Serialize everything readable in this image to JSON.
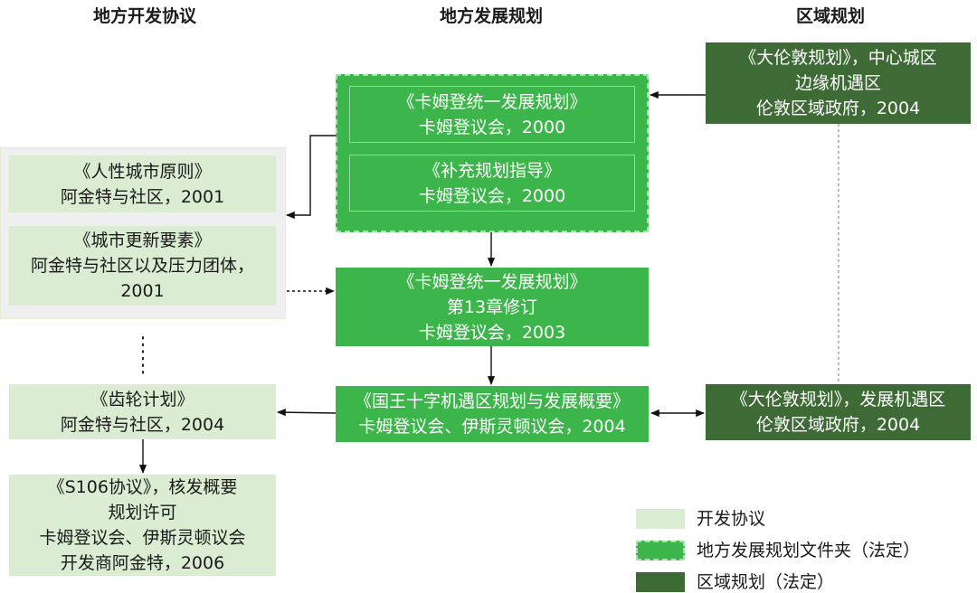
{
  "column_headers": {
    "local_agreements": "地方开发协议",
    "local_plans": "地方发展规划",
    "regional_plans": "区域规划"
  },
  "local_agreements": [
    {
      "lines": [
        "《人性城市原则》",
        "阿金特与社区，2001"
      ]
    },
    {
      "lines": [
        "《城市更新要素》",
        "阿金特与社区以及压力团体，",
        "2001"
      ]
    },
    {
      "lines": [
        "《齿轮计划》",
        "阿金特与社区，2004"
      ]
    },
    {
      "lines": [
        "《S106协议》，核发概要",
        "规划许可",
        "卡姆登议会、伊斯灵顿议会",
        "开发商阿金特，2006"
      ]
    }
  ],
  "local_plans": {
    "folder": [
      {
        "lines": [
          "《卡姆登统一发展规划》",
          "卡姆登议会，2000"
        ]
      },
      {
        "lines": [
          "《补充规划指导》",
          "卡姆登议会，2000"
        ]
      }
    ],
    "revision": {
      "lines": [
        "《卡姆登统一发展规划》",
        "第13章修订",
        "卡姆登议会，2003"
      ]
    },
    "kings_cross": {
      "lines": [
        "《国王十字机遇区规划与发展概要》",
        "卡姆登议会、伊斯灵顿议会，2004"
      ]
    }
  },
  "regional_plans": [
    {
      "lines": [
        "《大伦敦规划》，中心城区",
        "边缘机遇区",
        "伦敦区域政府，2004"
      ]
    },
    {
      "lines": [
        "《大伦敦规划》，发展机遇区",
        "伦敦区域政府，2004"
      ]
    }
  ],
  "legend": [
    {
      "label": "开发协议",
      "color": "#daedd2"
    },
    {
      "label": "地方发展规划文件夹（法定）",
      "color": "#3cb54a"
    },
    {
      "label": "区域规划（法定）",
      "color": "#3e6a35"
    }
  ],
  "colors": {
    "agreement": "#daedd2",
    "local_plan": "#3cb54a",
    "regional_plan": "#3e6a35"
  }
}
